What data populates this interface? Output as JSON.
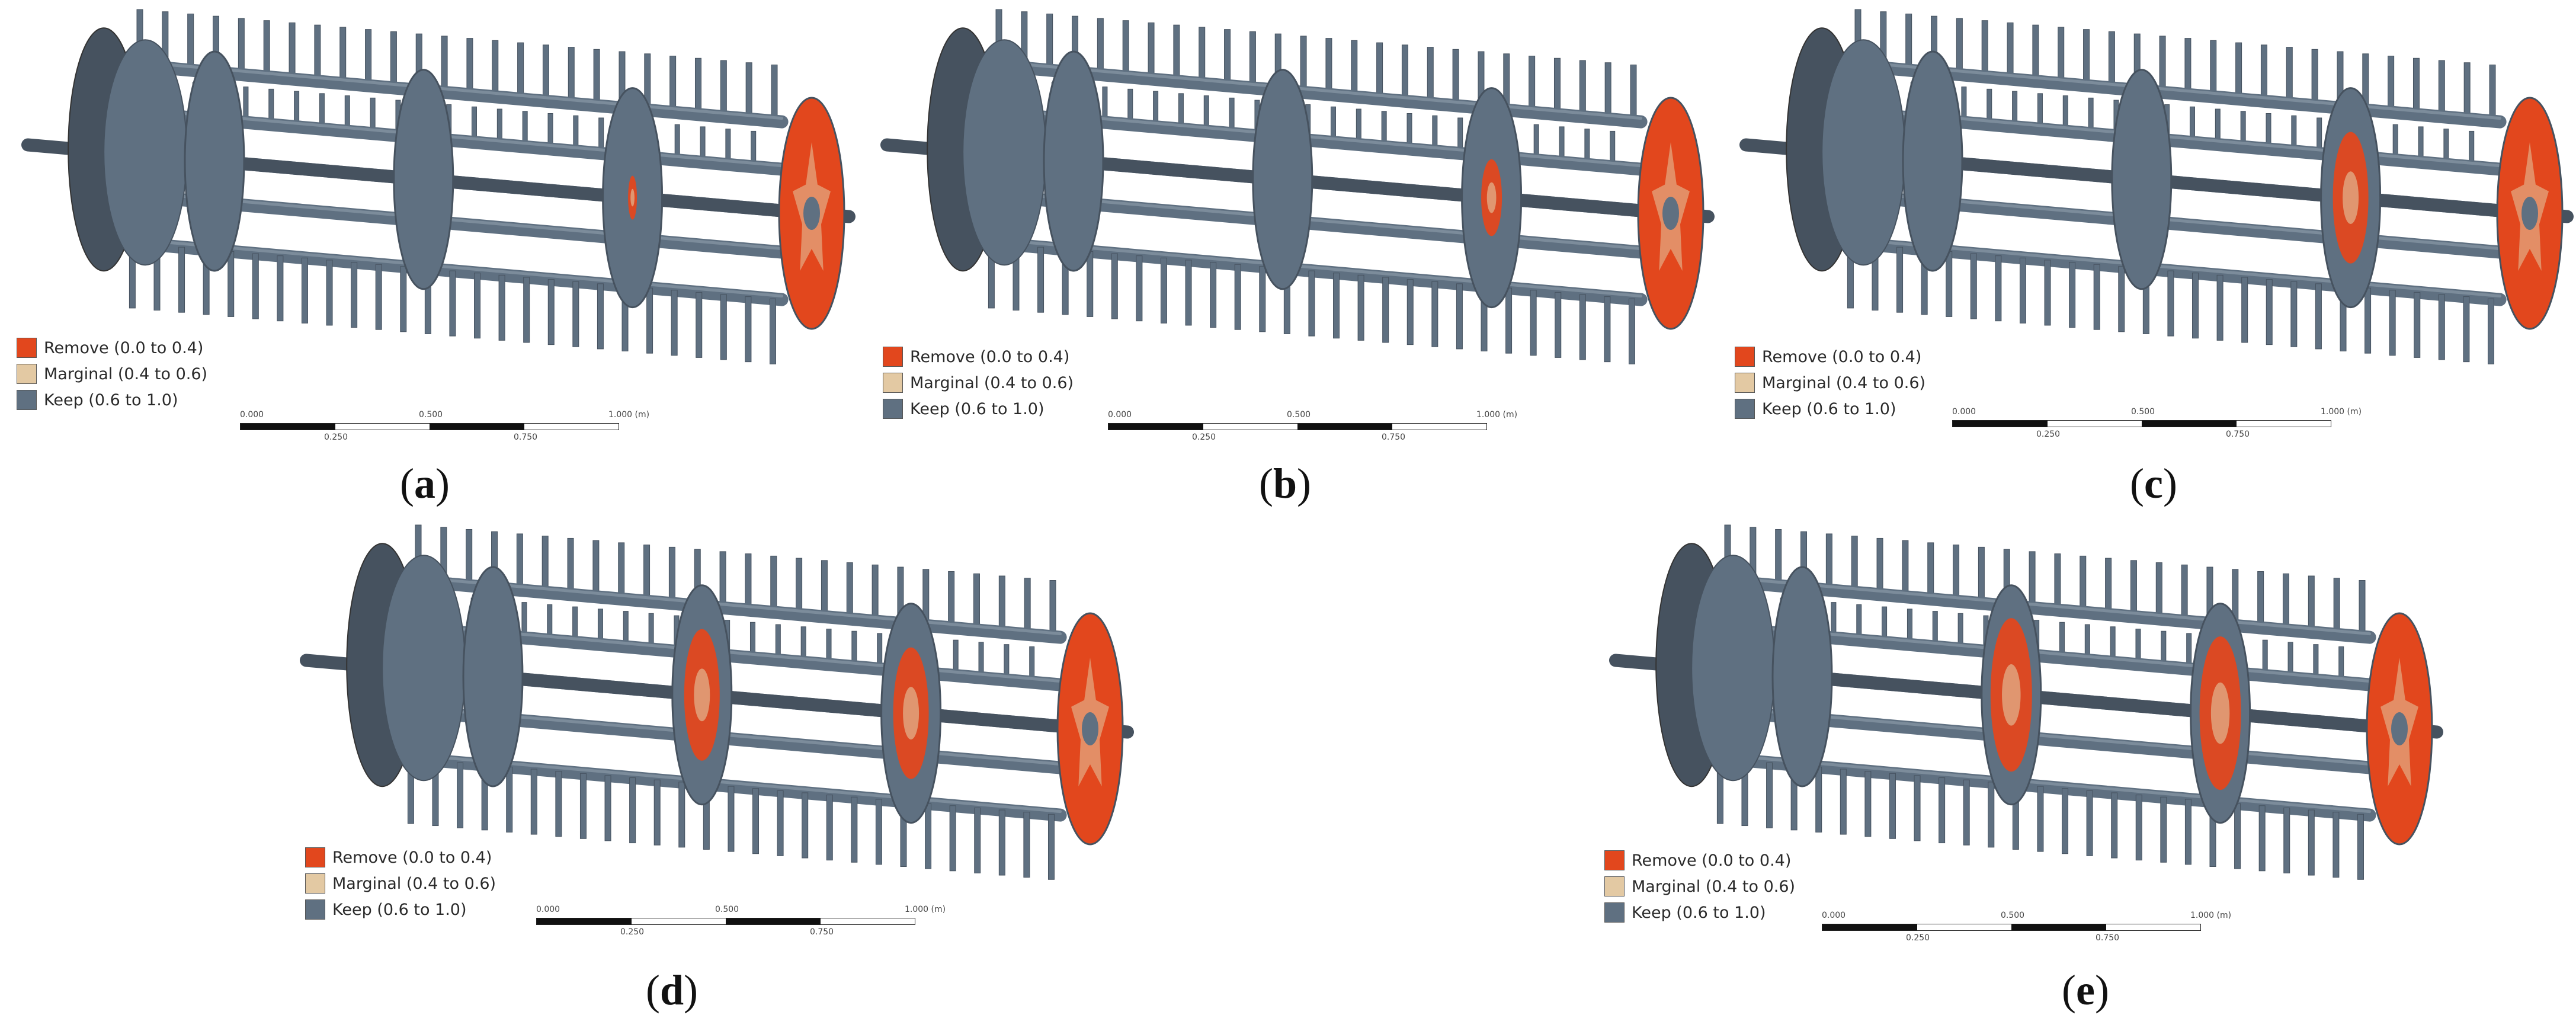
{
  "legend": {
    "remove": "Remove (0.0 to 0.4)",
    "marginal": "Marginal (0.4 to 0.6)",
    "keep": "Keep (0.6 to 1.0)"
  },
  "colors": {
    "remove": "#e2471d",
    "marginal": "#e3c9a3",
    "keep": "#5f7081",
    "keep_dark": "#46525f",
    "keep_light": "#7c8c9b"
  },
  "scale": {
    "top_labels": [
      "0.000",
      "0.500",
      "1.000 (m)"
    ],
    "bottom_labels": [
      "0.250",
      "0.750"
    ]
  },
  "panels": [
    {
      "label_open": "(",
      "letter": "a",
      "label_close": ")",
      "red_discs": 1,
      "partial_disc": 3,
      "partial_level": 0.15
    },
    {
      "label_open": "(",
      "letter": "b",
      "label_close": ")",
      "red_discs": 1,
      "partial_disc": 3,
      "partial_level": 0.35
    },
    {
      "label_open": "(",
      "letter": "c",
      "label_close": ")",
      "red_discs": 1,
      "partial_disc": 3,
      "partial_level": 0.6
    },
    {
      "label_open": "(",
      "letter": "d",
      "label_close": ")",
      "red_discs": 1,
      "partial_disc": 2,
      "partial_level": 0.6
    },
    {
      "label_open": "(",
      "letter": "e",
      "label_close": ")",
      "red_discs": 1,
      "partial_disc": 2,
      "partial_level": 0.7
    }
  ]
}
